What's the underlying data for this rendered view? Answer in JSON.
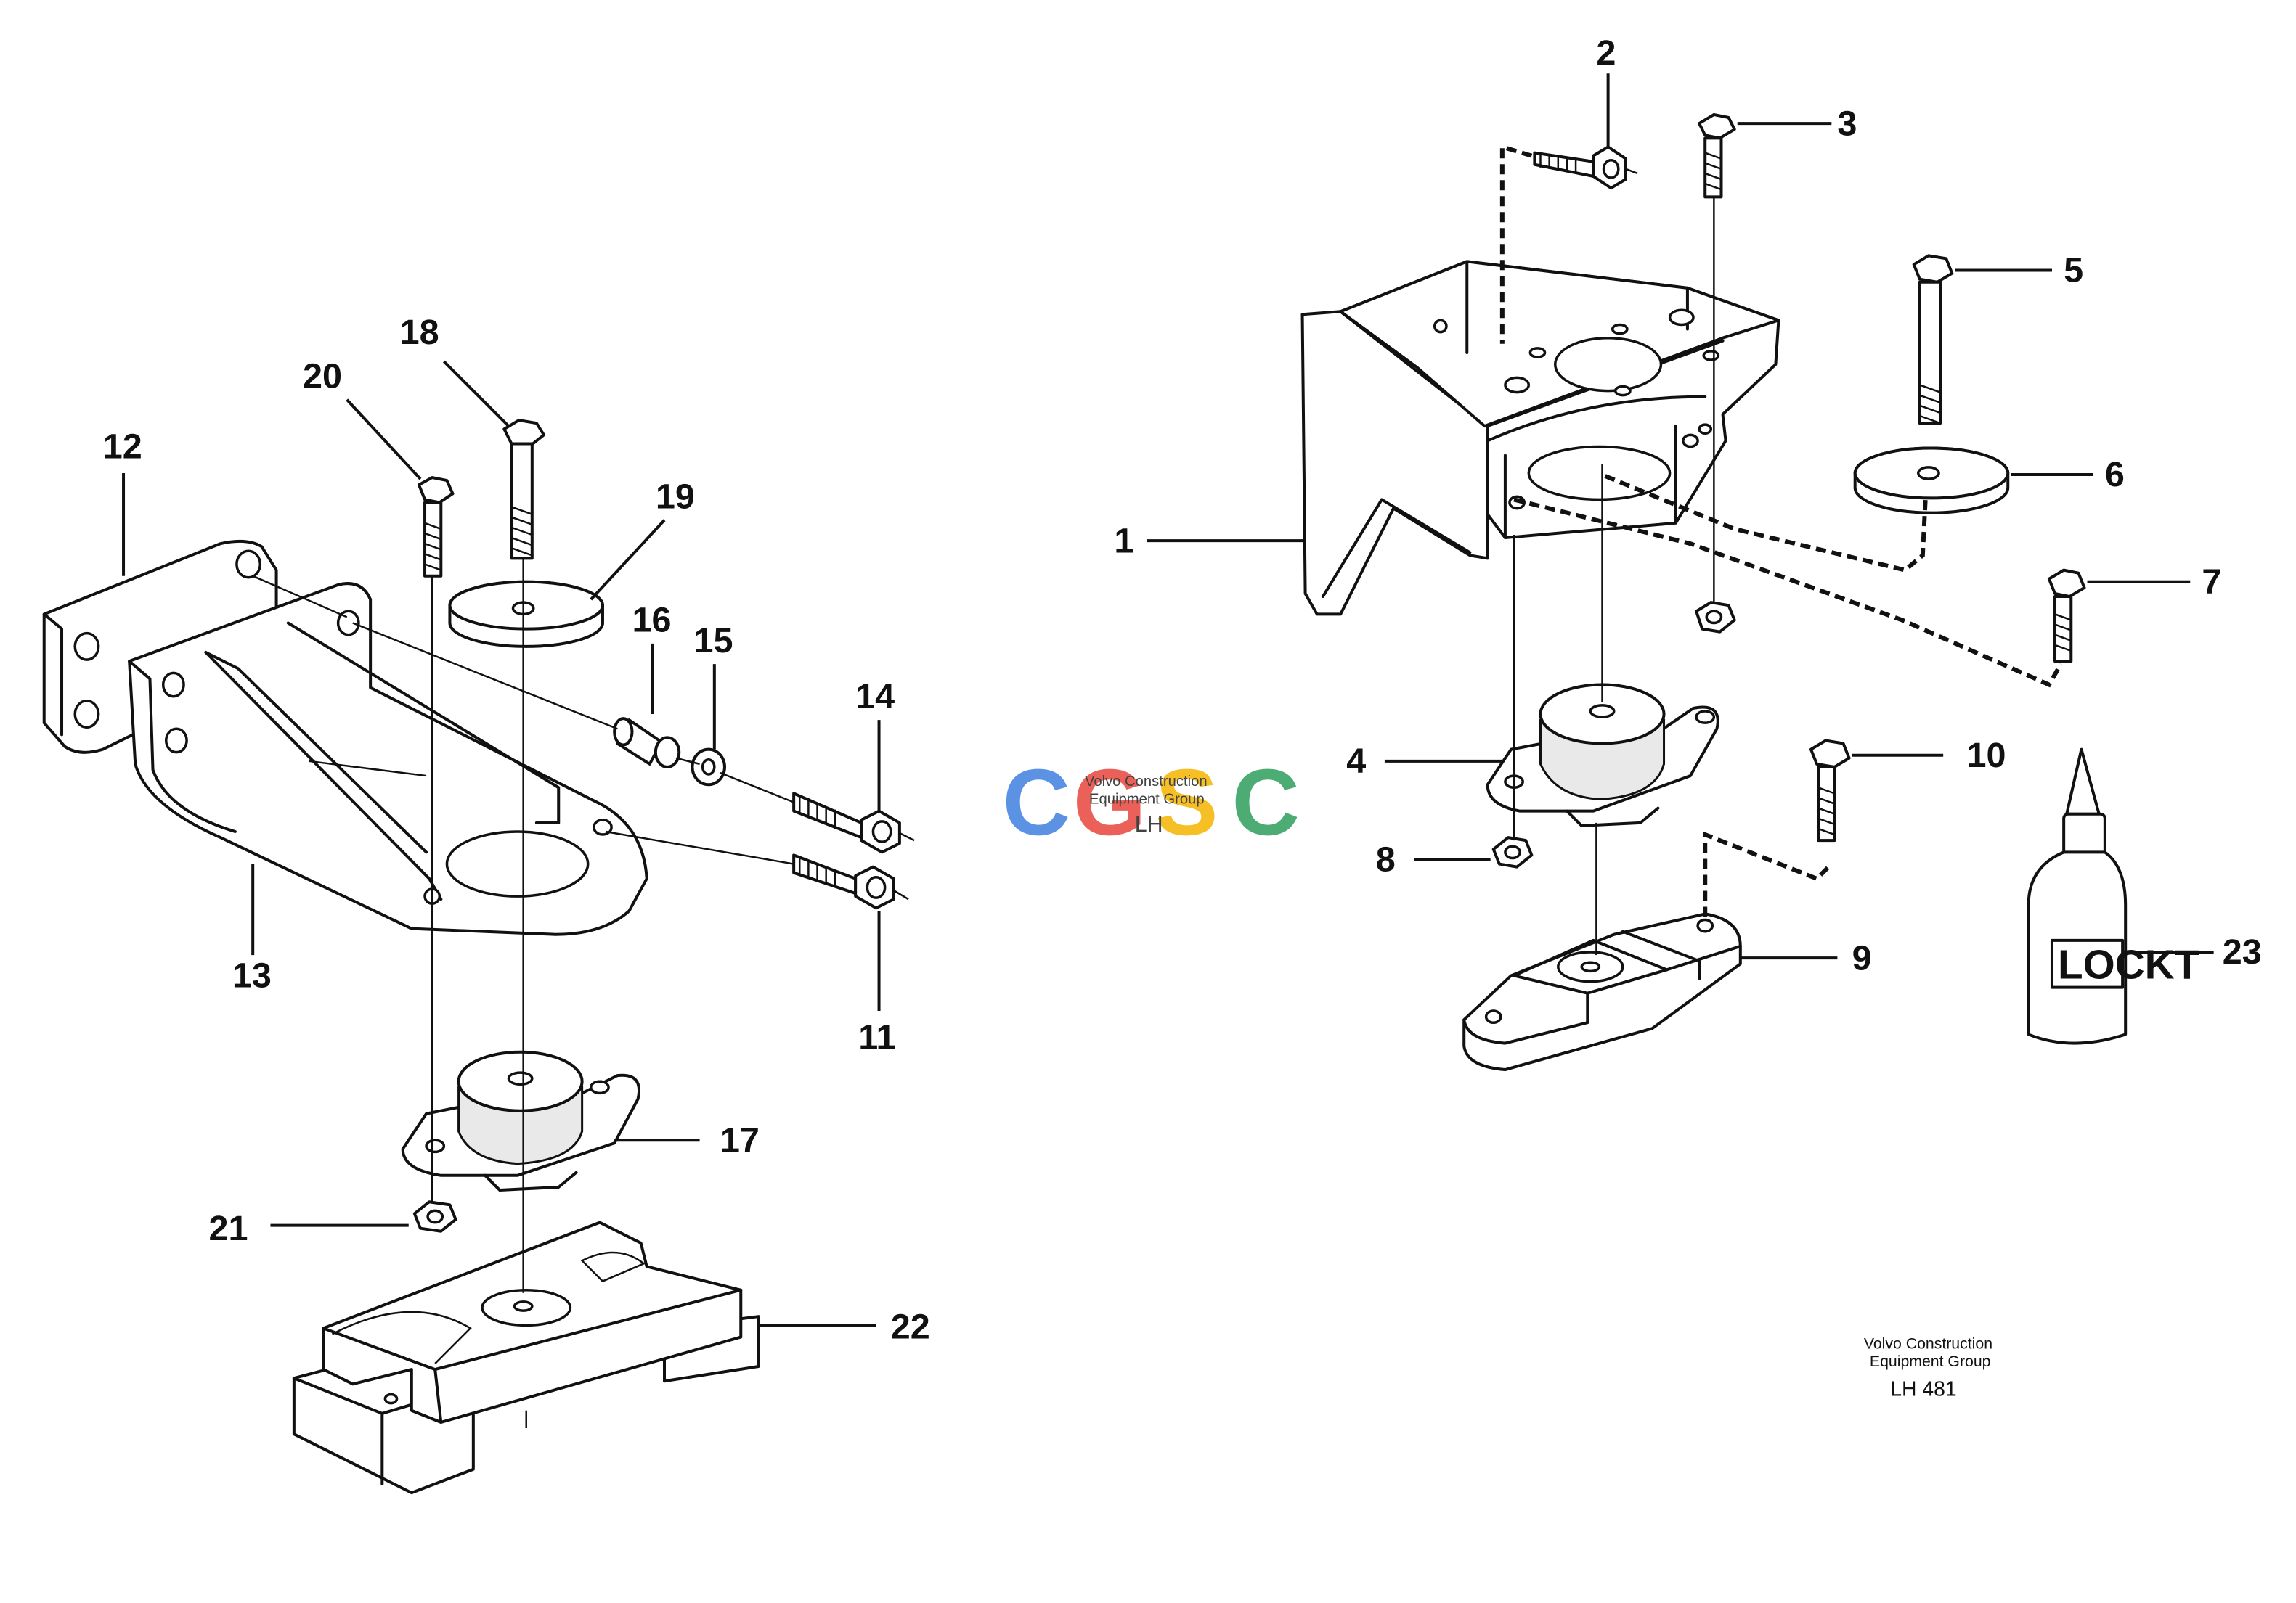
{
  "callouts": [
    {
      "id": 1,
      "text": "1"
    },
    {
      "id": 2,
      "text": "2"
    },
    {
      "id": 3,
      "text": "3"
    },
    {
      "id": 4,
      "text": "4"
    },
    {
      "id": 5,
      "text": "5"
    },
    {
      "id": 6,
      "text": "6"
    },
    {
      "id": 7,
      "text": "7"
    },
    {
      "id": 8,
      "text": "8"
    },
    {
      "id": 9,
      "text": "9"
    },
    {
      "id": 10,
      "text": "10"
    },
    {
      "id": 11,
      "text": "11"
    },
    {
      "id": 12,
      "text": "12"
    },
    {
      "id": 13,
      "text": "13"
    },
    {
      "id": 14,
      "text": "14"
    },
    {
      "id": 15,
      "text": "15"
    },
    {
      "id": 16,
      "text": "16"
    },
    {
      "id": 17,
      "text": "17"
    },
    {
      "id": 18,
      "text": "18"
    },
    {
      "id": 19,
      "text": "19"
    },
    {
      "id": 20,
      "text": "20"
    },
    {
      "id": 21,
      "text": "21"
    },
    {
      "id": 22,
      "text": "22"
    },
    {
      "id": 23,
      "text": "23"
    }
  ],
  "bottle_label": "LOCKT",
  "caption": {
    "line1": "Volvo Construction",
    "line2": "Equipment Group",
    "code": "LH 481"
  },
  "watermark": {
    "letters": [
      "C",
      "G",
      "S",
      "C"
    ],
    "colors": [
      "#3f7fe0",
      "#e8453c",
      "#f4b400",
      "#2e9e5b"
    ],
    "line1": "Volvo Construction",
    "line2": "Equipment Group",
    "code": "LH"
  }
}
